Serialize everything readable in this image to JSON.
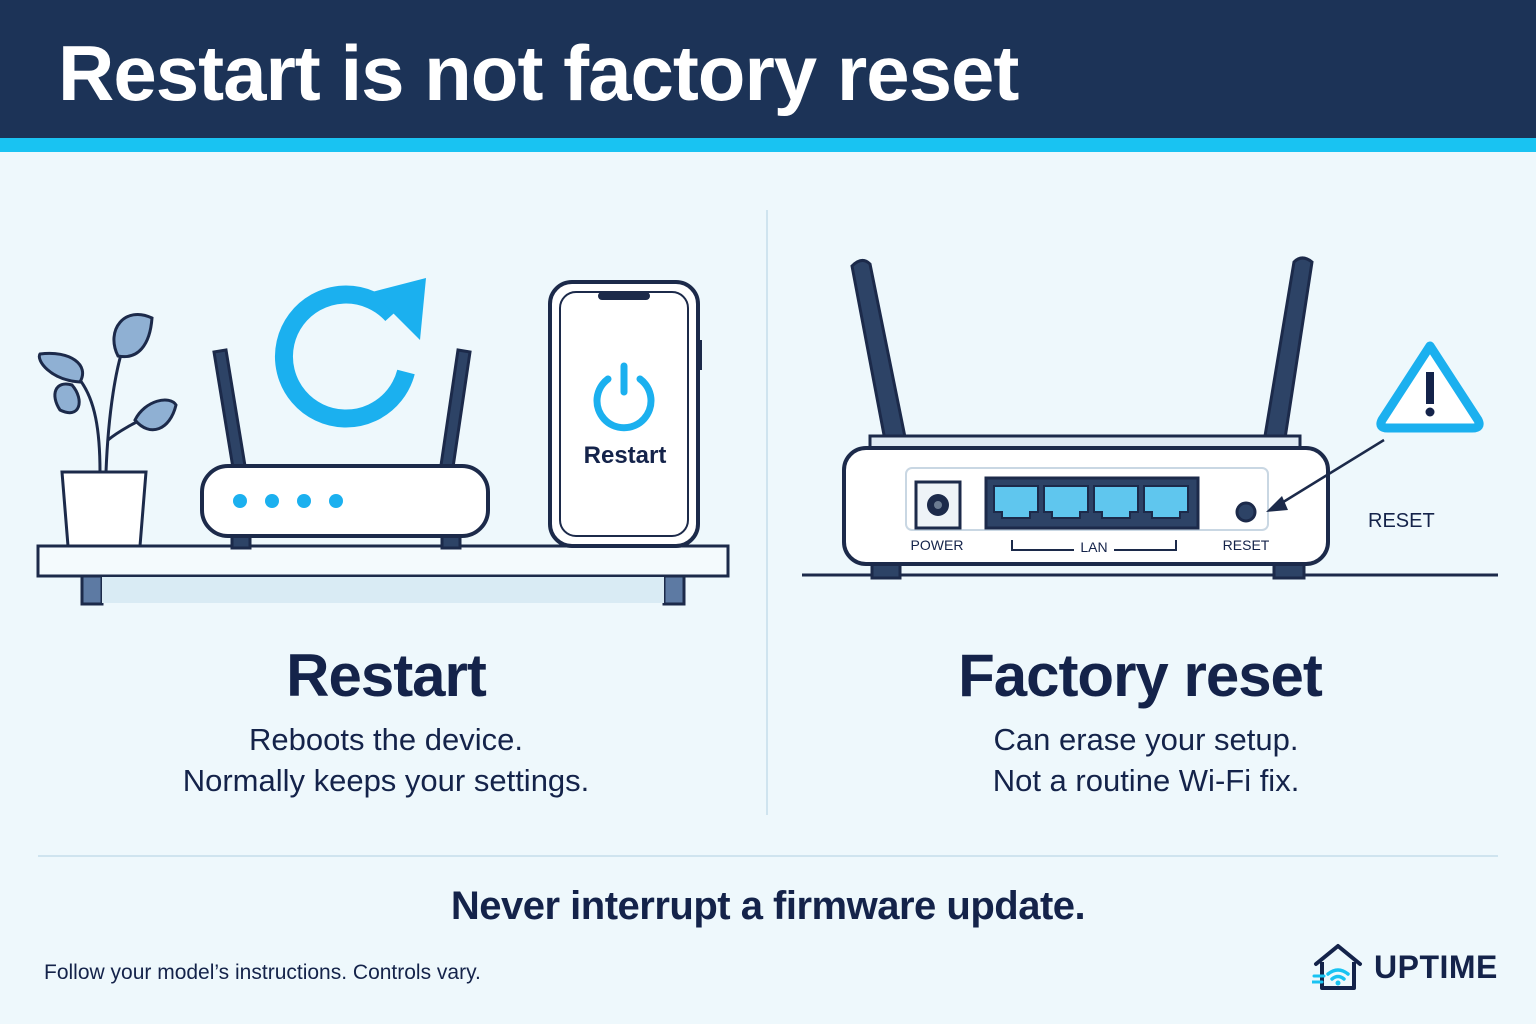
{
  "title": "Restart is not factory reset",
  "left": {
    "heading": "Restart",
    "line1": "Reboots the device.",
    "line2": "Normally keeps your settings.",
    "phone_label": "Restart"
  },
  "right": {
    "heading": "Factory reset",
    "line1": "Can erase your setup.",
    "line2": "Not a routine Wi-Fi fix.",
    "port_power": "POWER",
    "port_lan": "LAN",
    "port_reset": "RESET",
    "callout_reset": "RESET"
  },
  "warning": "Never interrupt a firmware update.",
  "footnote": "Follow your model’s instructions. Controls vary.",
  "brand": {
    "name": "UPTIME"
  },
  "colors": {
    "navy": "#1c3357",
    "accent": "#19c3f2",
    "background": "#eef8fc",
    "text": "#14234a"
  }
}
